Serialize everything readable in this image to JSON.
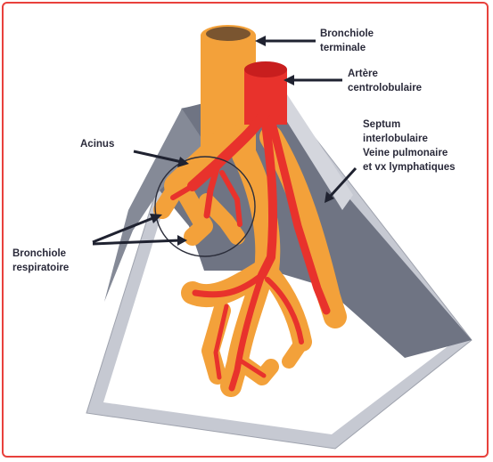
{
  "labels": {
    "bronchiole_terminale": [
      "Bronchiole",
      "terminale"
    ],
    "artere_centrolobulaire": [
      "Artère",
      "centrolobulaire"
    ],
    "acinus": [
      "Acinus"
    ],
    "septum": [
      "Septum",
      "interlobulaire",
      "Veine pulmonaire",
      "et vx lymphatiques"
    ],
    "bronchiole_respiratoire": [
      "Bronchiole",
      "respiratoire"
    ]
  },
  "colors": {
    "frame": "#e8413c",
    "airway": "#f3a13a",
    "artery": "#e8322c",
    "septum_dark": "#6f7483",
    "septum_light": "#c6c9d2",
    "bronchiole_top": "#7a5530"
  }
}
